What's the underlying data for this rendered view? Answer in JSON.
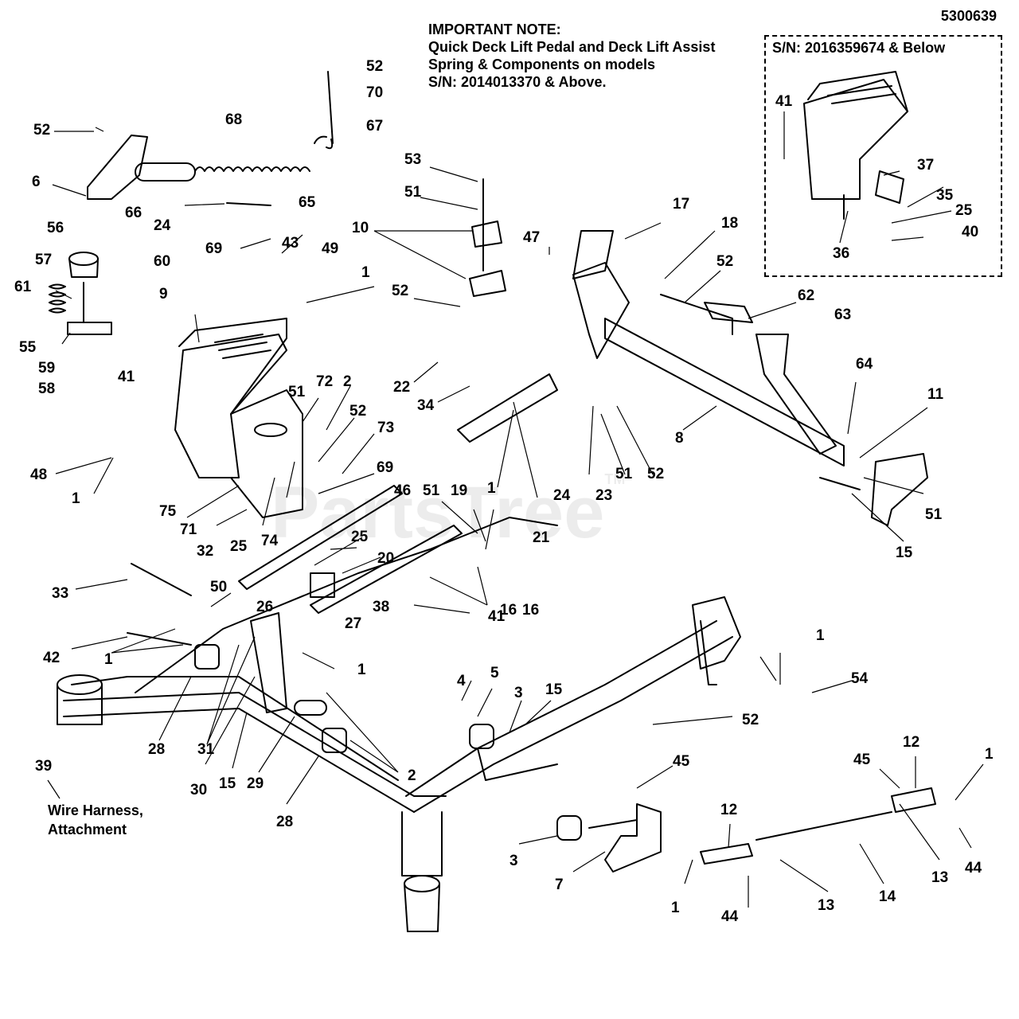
{
  "document_number": "5300639",
  "note": {
    "heading": "IMPORTANT NOTE:",
    "line1": "Quick Deck Lift Pedal and Deck Lift Assist",
    "line2": "Spring & Components on models",
    "line3": "S/N: 2014013370 & Above."
  },
  "inset": {
    "title": "S/N: 2016359674 & Below"
  },
  "caption": {
    "line1": "Wire Harness,",
    "line2": "Attachment"
  },
  "watermark": "PartsTree",
  "watermark_mark": "TM",
  "callouts": [
    "52",
    "70",
    "67",
    "68",
    "52",
    "6",
    "66",
    "24",
    "65",
    "69",
    "56",
    "57",
    "60",
    "61",
    "55",
    "59",
    "58",
    "43",
    "49",
    "1",
    "9",
    "41",
    "48",
    "1",
    "72",
    "2",
    "51",
    "52",
    "73",
    "69",
    "75",
    "71",
    "32",
    "25",
    "74",
    "53",
    "51",
    "10",
    "52",
    "22",
    "34",
    "24",
    "23",
    "21",
    "51",
    "52",
    "47",
    "17",
    "18",
    "52",
    "62",
    "63",
    "8",
    "64",
    "11",
    "51",
    "15",
    "41",
    "37",
    "35",
    "25",
    "40",
    "36",
    "46",
    "51",
    "19",
    "1",
    "25",
    "20",
    "16",
    "50",
    "26",
    "27",
    "38",
    "41",
    "33",
    "42",
    "1",
    "28",
    "31",
    "30",
    "15",
    "29",
    "28",
    "2",
    "1",
    "4",
    "5",
    "3",
    "15",
    "1",
    "54",
    "52",
    "45",
    "3",
    "7",
    "12",
    "1",
    "44",
    "13",
    "14",
    "45",
    "12",
    "1",
    "13",
    "44",
    "39",
    "16"
  ]
}
